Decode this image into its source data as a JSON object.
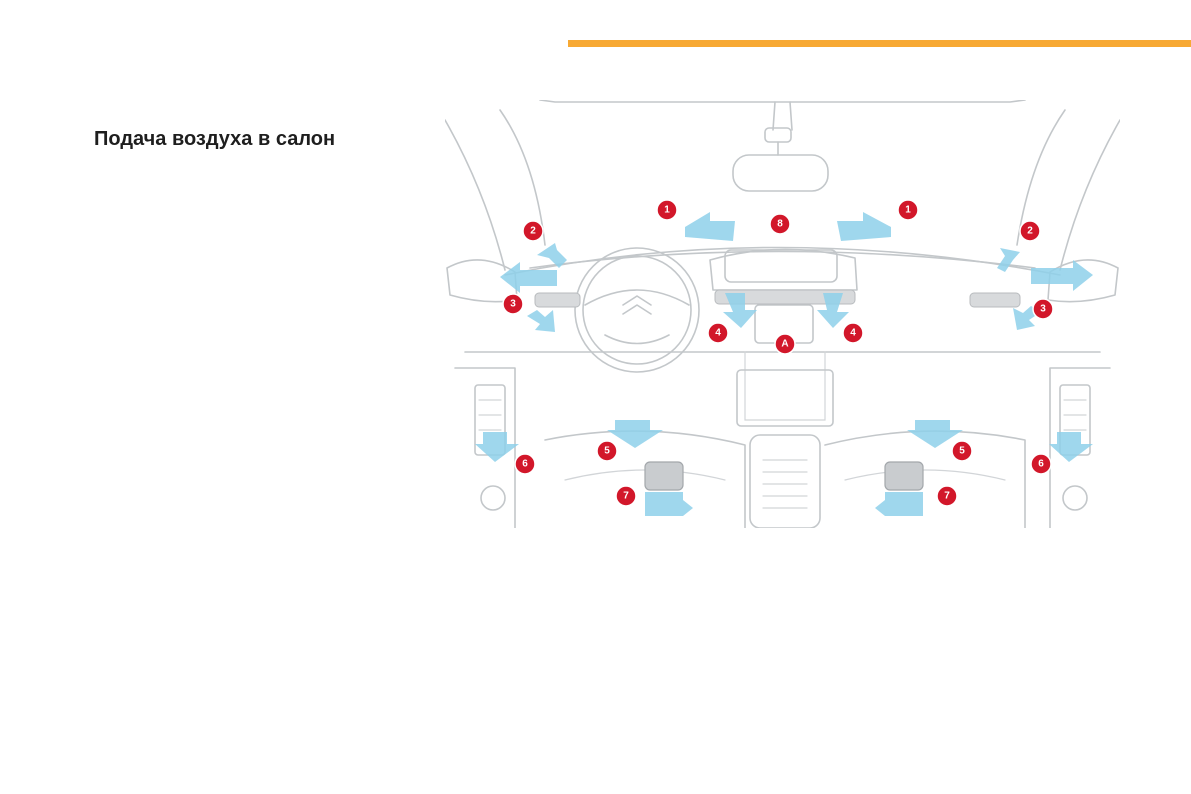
{
  "header": {
    "accent_color": "#f7a934"
  },
  "page": {
    "title": "Подача воздуха в салон"
  },
  "diagram": {
    "arrow_color": "#8ed0ea",
    "marker_color": "#d2172a",
    "labels": {
      "windscreen_vent": "1",
      "side_window_vent": "2",
      "side_vent": "3",
      "center_vent": "4",
      "front_footwell": "5",
      "door_vent": "6",
      "rear_footwell": "7",
      "dashboard_outlet": "8",
      "control_panel": "A"
    }
  }
}
